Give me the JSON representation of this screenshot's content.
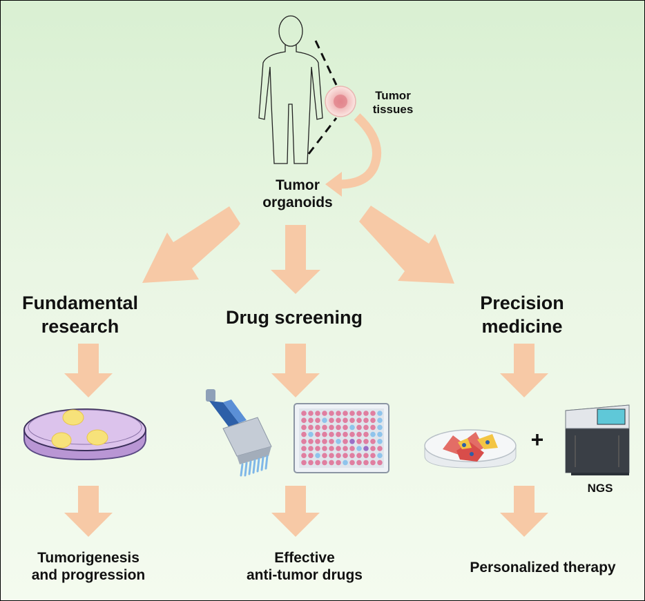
{
  "colors": {
    "arrow": "#f7c9a6",
    "background_top": "#d9f0d2",
    "background_bottom": "#f4fbef"
  },
  "source": {
    "tissue_label": "Tumor\ntissues"
  },
  "center": {
    "label": "Tumor\norganoids"
  },
  "columns": [
    {
      "title": "Fundamental\nresearch",
      "outcome": "Tumorigenesis\nand progression",
      "icon": "petri-dish-organoids-icon"
    },
    {
      "title": "Drug screening",
      "outcome": "Effective\nanti-tumor drugs",
      "icon": "pipette-and-well-plate-icon"
    },
    {
      "title": "Precision\nmedicine",
      "outcome": "Personalized therapy",
      "icon": "cell-culture-and-sequencer-icon",
      "plus": "+",
      "device_label": "NGS"
    }
  ]
}
